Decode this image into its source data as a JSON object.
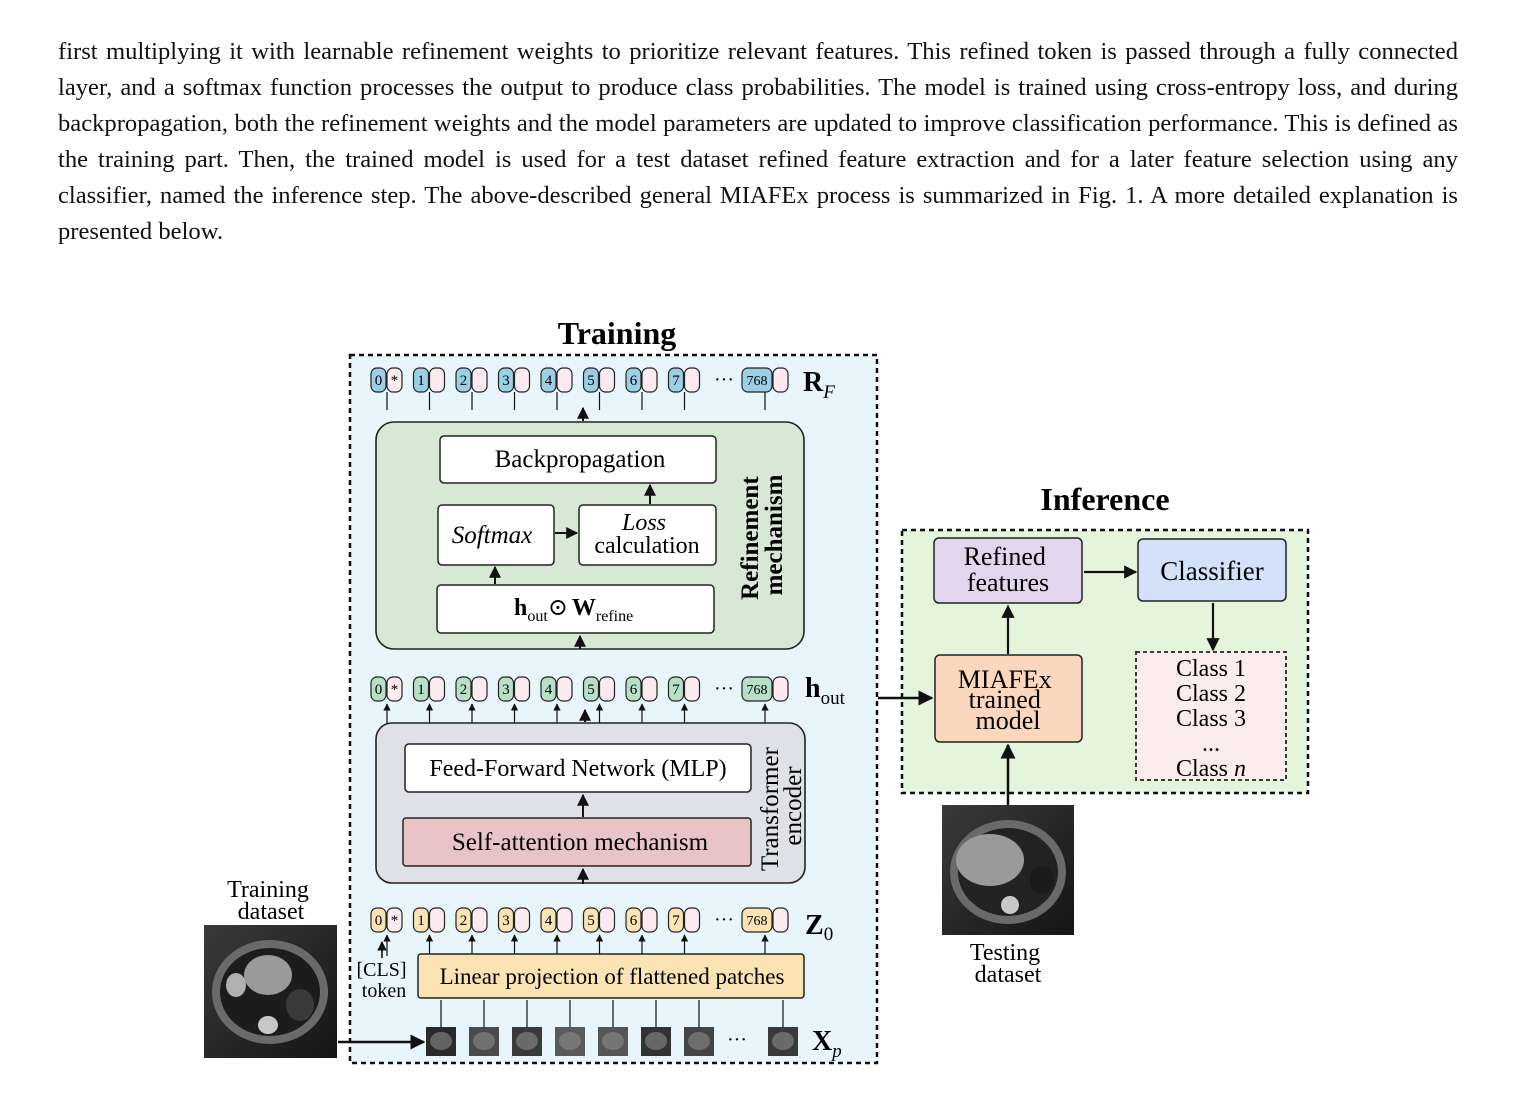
{
  "paragraph": {
    "text": "first multiplying it with learnable refinement weights to prioritize relevant features. This refined token is passed through a fully connected layer, and a softmax function processes the output to produce class probabilities. The model is trained using cross-entropy loss, and during backpropagation, both the refinement weights and the model parameters are updated to improve classification performance. This is defined as the training part. Then, the trained model is used for a test dataset refined feature extraction and for a later feature selection using any classifier, named the inference step. The above-described general MIAFEx process is summarized in Fig. 1. A more detailed explanation is presented below."
  },
  "figure": {
    "training_title": "Training",
    "inference_title": "Inference",
    "rf_symbol": "R",
    "rf_sub": "F",
    "hout_symbol": "h",
    "hout_sub": "out",
    "z0_symbol": "Z",
    "z0_sub": "0",
    "xp_symbol": "X",
    "xp_sub": "p",
    "token_labels": [
      "0",
      "1",
      "2",
      "3",
      "4",
      "5",
      "6",
      "7",
      "768"
    ],
    "star": "*",
    "ellipsis": "···",
    "backprop": "Backpropagation",
    "softmax": "Softmax",
    "loss_line1": "Loss",
    "loss_line2": "calculation",
    "hout_refine": {
      "h": "h",
      "h_sub": "out",
      "op": "⊙",
      "w": "W",
      "w_sub": "refine"
    },
    "refinement_line1": "Refinement",
    "refinement_line2": "mechanism",
    "ffn": "Feed-Forward Network (MLP)",
    "self_attention": "Self-attention mechanism",
    "transformer_line1": "Transformer",
    "transformer_line2": "encoder",
    "linear_projection": "Linear projection of flattened patches",
    "cls_line1": "[CLS]",
    "cls_line2": "token",
    "training_dataset_line1": "Training",
    "training_dataset_line2": "dataset",
    "testing_dataset_line1": "Testing",
    "testing_dataset_line2": "dataset",
    "refined_features_line1": "Refined",
    "refined_features_line2": "features",
    "classifier": "Classifier",
    "miafex_line1": "MIAFEx",
    "miafex_line2": "trained",
    "miafex_line3": "model",
    "classes": [
      "Class 1",
      "Class 2",
      "Class 3",
      "...",
      "Class"
    ],
    "class_n": "n"
  },
  "colors": {
    "training_bg": "#e8f6fb",
    "inference_bg": "#e4f5dc",
    "refinement_bg": "#d7e9d5",
    "transformer_bg": "#dfe1e6",
    "self_attention": "#e9c4c6",
    "linear_projection": "#fbe3b4",
    "refined_features": "#e2d6ee",
    "classifier": "#d3e2f8",
    "miafex": "#fbd8bd",
    "classes_bg": "#fdecee",
    "token_blue": "#9bcfe6",
    "token_green": "#b9dfc6",
    "token_yellow": "#fbe3b4",
    "token_pink": "#fbeaf0"
  }
}
